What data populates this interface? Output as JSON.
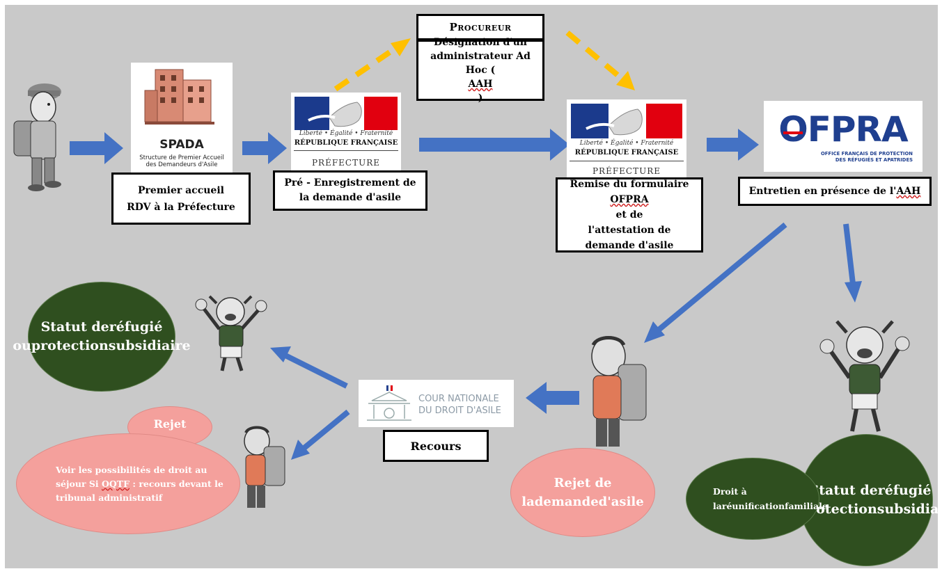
{
  "nodes": {
    "spada_logo": {
      "title": "SPADA",
      "subtitle": "Structure de Premier Accueil des Demandeurs d'Asile"
    },
    "prefecture_logo": {
      "motto": "Liberté • Égalité • Fraternité",
      "republic": "RÉPUBLIQUE FRANÇAISE",
      "label": "PRÉFECTURE"
    },
    "ofpra_logo": {
      "wordmark": "OFPRA",
      "tagline_1": "OFFICE FRANÇAIS DE PROTECTION",
      "tagline_2": "DES RÉFUGIÉS ET APATRIDES"
    },
    "cnda_logo": {
      "line_1": "COUR NATIONALE",
      "line_2": "DU DROIT D'ASILE"
    },
    "premier_accueil": {
      "line_1": "Premier accueil",
      "line_2": "RDV à la Préfecture"
    },
    "pre_enregistrement": {
      "line_1": "Pré - Enregistrement de",
      "line_2": "la demande d'asile"
    },
    "procureur": {
      "title": "Procureur",
      "line_1": "Désignation d'un",
      "line_2": "administrateur Ad",
      "line_3_a": "Hoc (",
      "line_3_b": "AAH",
      "line_3_c": ")"
    },
    "remise": {
      "line_1": "Remise du formulaire",
      "line_2_a": "OFPRA",
      "line_2_b": " et de",
      "line_3": "l'attestation de",
      "line_4": "demande d'asile"
    },
    "entretien": {
      "text_a": "Entretien en présence de l'",
      "text_b": "AAH"
    },
    "recours": {
      "label": "Recours"
    },
    "statut_left": {
      "line_1": "Statut de",
      "line_2": "réfugié ou",
      "line_3": "protection",
      "line_4": "subsidiaire"
    },
    "rejet_small": {
      "label": "Rejet"
    },
    "voir": {
      "line_1": "Voir les possibilités de",
      "line_2": "droit au séjour",
      "line_3_a": "Si ",
      "line_3_b": "OQTF",
      "line_3_c": " : recours devant",
      "line_4": "le tribunal administratif"
    },
    "rejet_demande": {
      "line_1": "Rejet de la",
      "line_2": "demande",
      "line_3": "d'asile"
    },
    "statut_right": {
      "line_1": "Statut de",
      "line_2": "réfugié ou",
      "line_3": "protection",
      "line_4": "subsidiaire"
    },
    "reunification": {
      "line_1": "Droit à la",
      "line_2": "réunification",
      "line_3": "familiale"
    }
  },
  "colors": {
    "arrow_blue": "#4472c4",
    "arrow_yellow": "#ffc000",
    "dark_green": "#2f4f1f",
    "pink": "#f4a09c",
    "background": "#c9c9c9"
  }
}
